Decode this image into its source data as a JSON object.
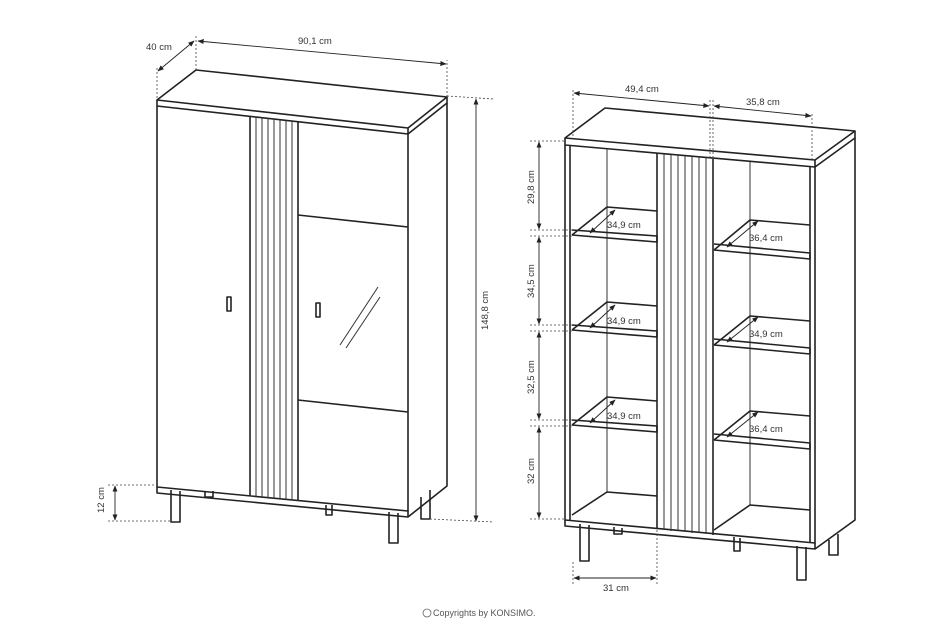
{
  "left_cabinet": {
    "depth": "40 cm",
    "width": "90,1 cm",
    "height": "148,8 cm",
    "leg_height": "12 cm"
  },
  "right_cabinet": {
    "left_width": "49,4 cm",
    "right_width": "35,8 cm",
    "compartment_heights": [
      "29,8 cm",
      "34,5 cm",
      "32,5 cm",
      "32 cm"
    ],
    "left_shelf_depths": [
      "34,9 cm",
      "34,9 cm",
      "34,9 cm"
    ],
    "right_shelf_depths": [
      "36,4 cm",
      "34,9 cm",
      "36,4 cm"
    ],
    "leg_offset": "31 cm"
  },
  "footer": {
    "copyright": "Copyrights by KONSIMO."
  }
}
